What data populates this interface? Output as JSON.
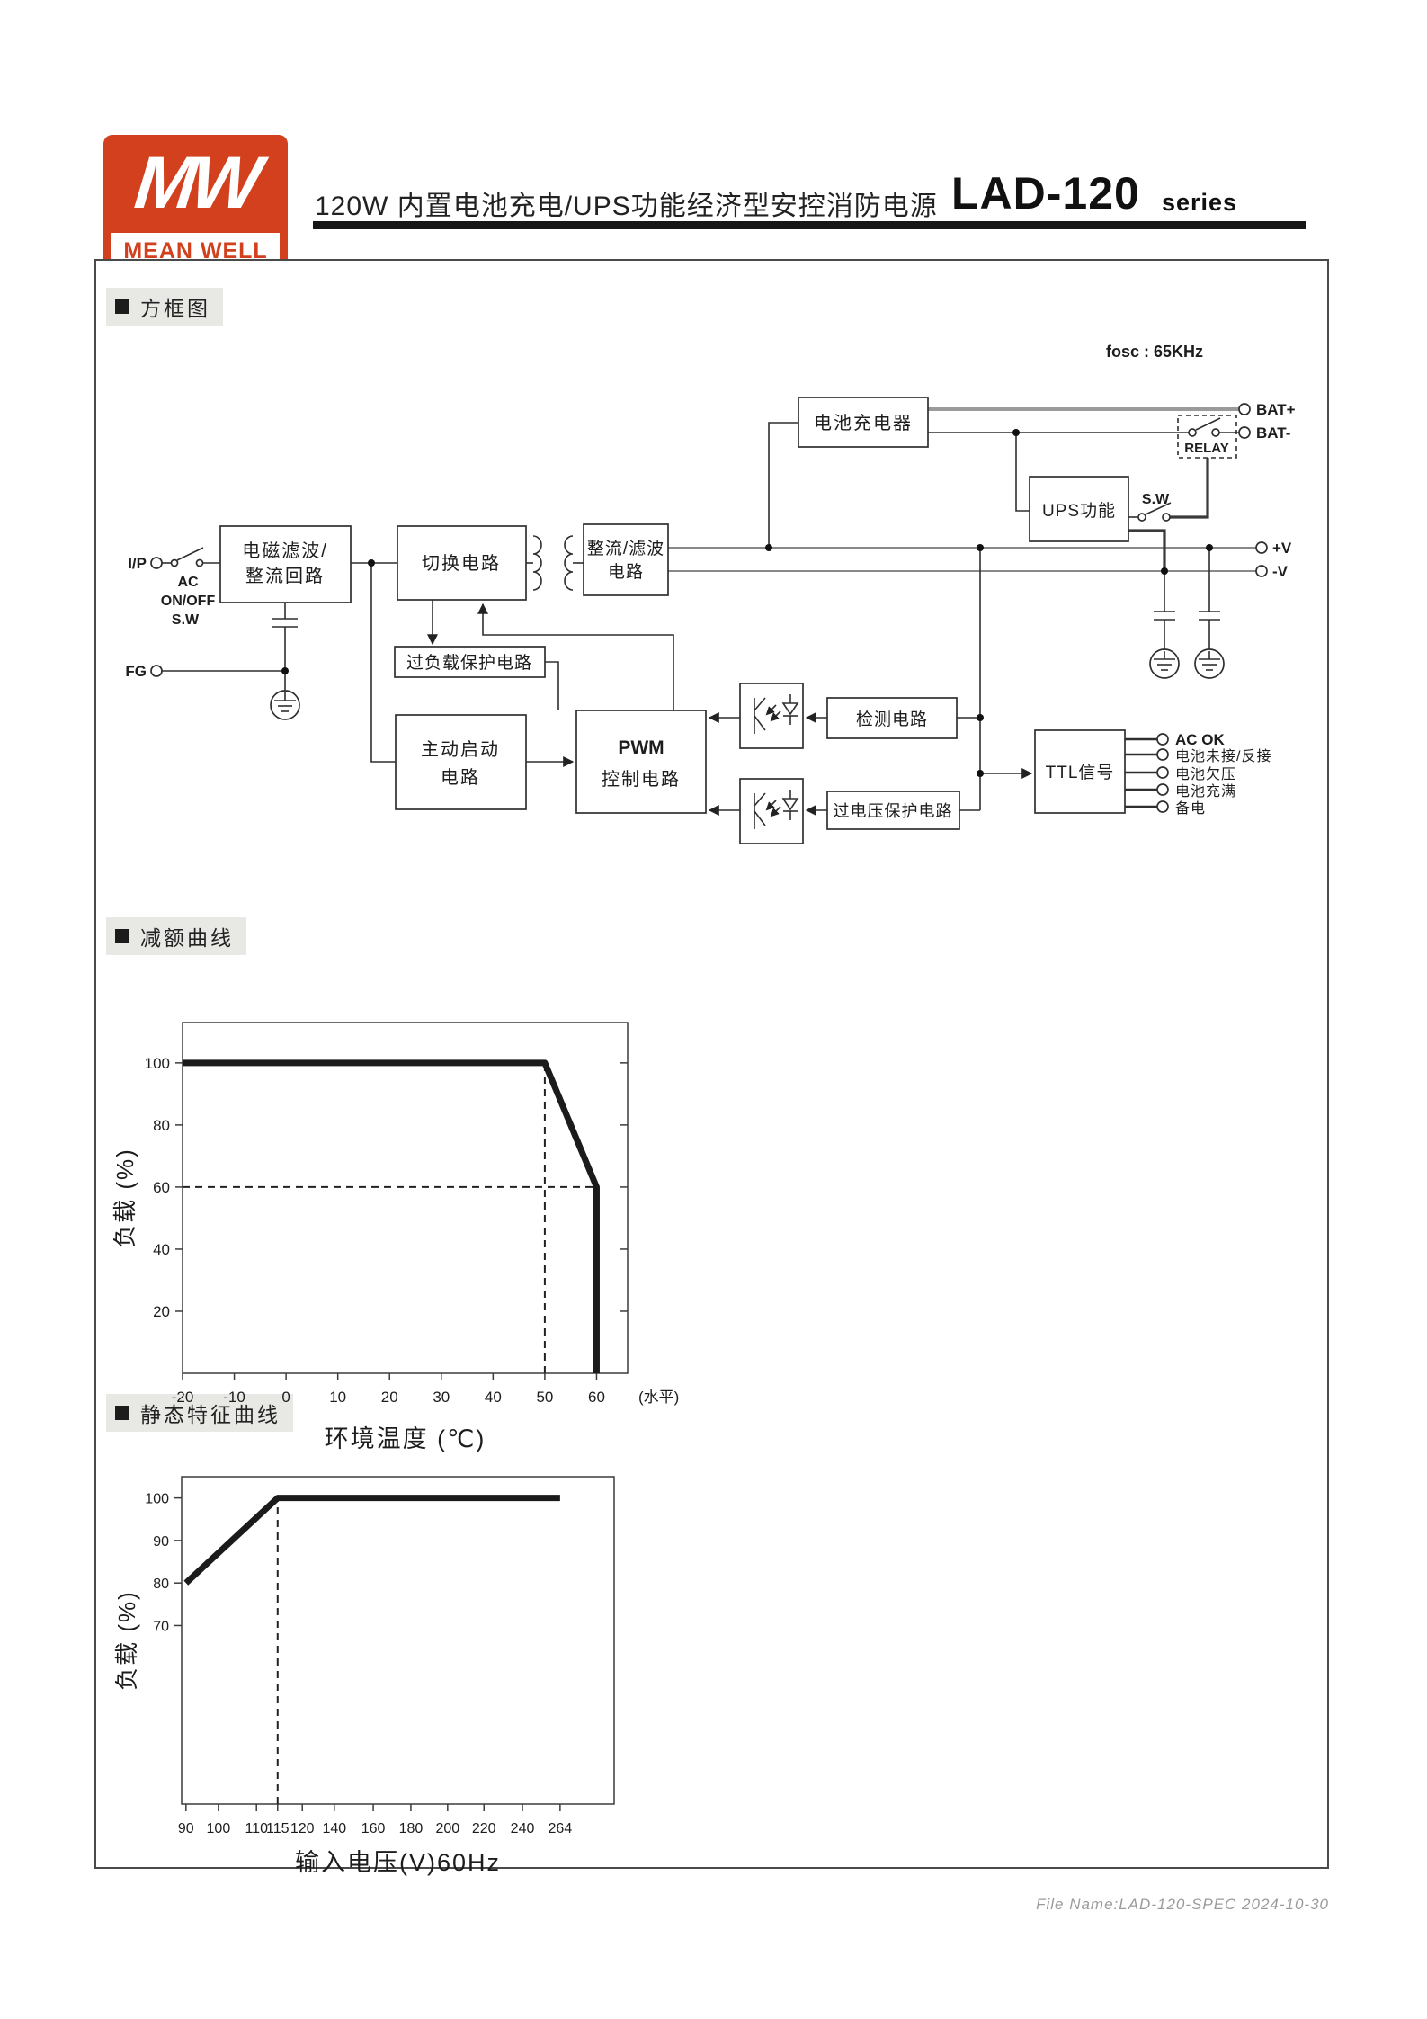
{
  "header": {
    "logo_mw": "MW",
    "logo_brand": "MEAN WELL",
    "brand_color": "#d2401e",
    "title": "120W 内置电池充电/UPS功能经济型安控消防电源",
    "model": "LAD-120",
    "series": "series"
  },
  "sections": {
    "block_diagram": "方框图",
    "derating": "减额曲线",
    "static_curve": "静态特征曲线"
  },
  "diagram": {
    "fosc_label": "fosc : 65KHz",
    "blocks": {
      "emi": [
        "电磁滤波/",
        "整流回路"
      ],
      "switching": [
        "切换电路"
      ],
      "rectifier": [
        "整流/滤波",
        "电路"
      ],
      "charger": [
        "电池充电器"
      ],
      "ups": [
        "UPS功能"
      ],
      "overload": [
        "过负载保护电路"
      ],
      "active_start": [
        "主动启动",
        "电路"
      ],
      "pwm": [
        "PWM",
        "控制电路"
      ],
      "detection": [
        "检测电路"
      ],
      "ovp": [
        "过电压保护电路"
      ],
      "ttl": [
        "TTL信号"
      ]
    },
    "terminals": {
      "ip": "I/P",
      "fg": "FG",
      "batp": "BAT+",
      "batn": "BAT-",
      "vp": "+V",
      "vn": "-V"
    },
    "labels": {
      "ac": "AC",
      "onoff": "ON/OFF",
      "acsw": "S.W",
      "relay": "RELAY",
      "sw": "S.W"
    },
    "ttl_outputs": [
      "AC OK",
      "电池未接/反接",
      "电池欠压",
      "电池充满",
      "备电"
    ]
  },
  "chart_data": [
    {
      "type": "line",
      "title": "减额曲线",
      "xlabel": "环境温度 (℃)",
      "ylabel": "负载 (%)",
      "x_ticks": [
        -20,
        -10,
        0,
        10,
        20,
        30,
        40,
        50,
        60
      ],
      "x_suffix": "(水平)",
      "y_ticks": [
        20,
        40,
        60,
        80,
        100
      ],
      "xlim": [
        -20,
        66
      ],
      "ylim": [
        0,
        113
      ],
      "grid": false,
      "mirror_y_ticks": true,
      "points": [
        [
          -20,
          100
        ],
        [
          50,
          100
        ],
        [
          60,
          60
        ],
        [
          60,
          0
        ]
      ],
      "dashes": [
        {
          "dir": "v",
          "at": 50,
          "from": 0,
          "to": 100
        },
        {
          "dir": "h",
          "at": 60,
          "from": -20,
          "to": 60
        }
      ]
    },
    {
      "type": "line",
      "title": "静态特征曲线",
      "xlabel": "输入电压(V)60Hz",
      "ylabel": "负载 (%)",
      "x_ticks": [
        90,
        100,
        110,
        115,
        120,
        140,
        160,
        180,
        200,
        220,
        240,
        264
      ],
      "x_tick_fractions": [
        0.01,
        0.085,
        0.173,
        0.222,
        0.279,
        0.353,
        0.443,
        0.53,
        0.615,
        0.699,
        0.788,
        0.875
      ],
      "y_ticks": [
        70,
        80,
        90,
        100
      ],
      "ylim": [
        28,
        105
      ],
      "grid": false,
      "points": [
        [
          90,
          80
        ],
        [
          115,
          100
        ],
        [
          264,
          100
        ]
      ],
      "dashes": [
        {
          "dir": "v",
          "at": 115,
          "from": 28,
          "to": 100
        }
      ]
    }
  ],
  "footer": {
    "file_name": "File Name:LAD-120-SPEC  2024-10-30"
  }
}
